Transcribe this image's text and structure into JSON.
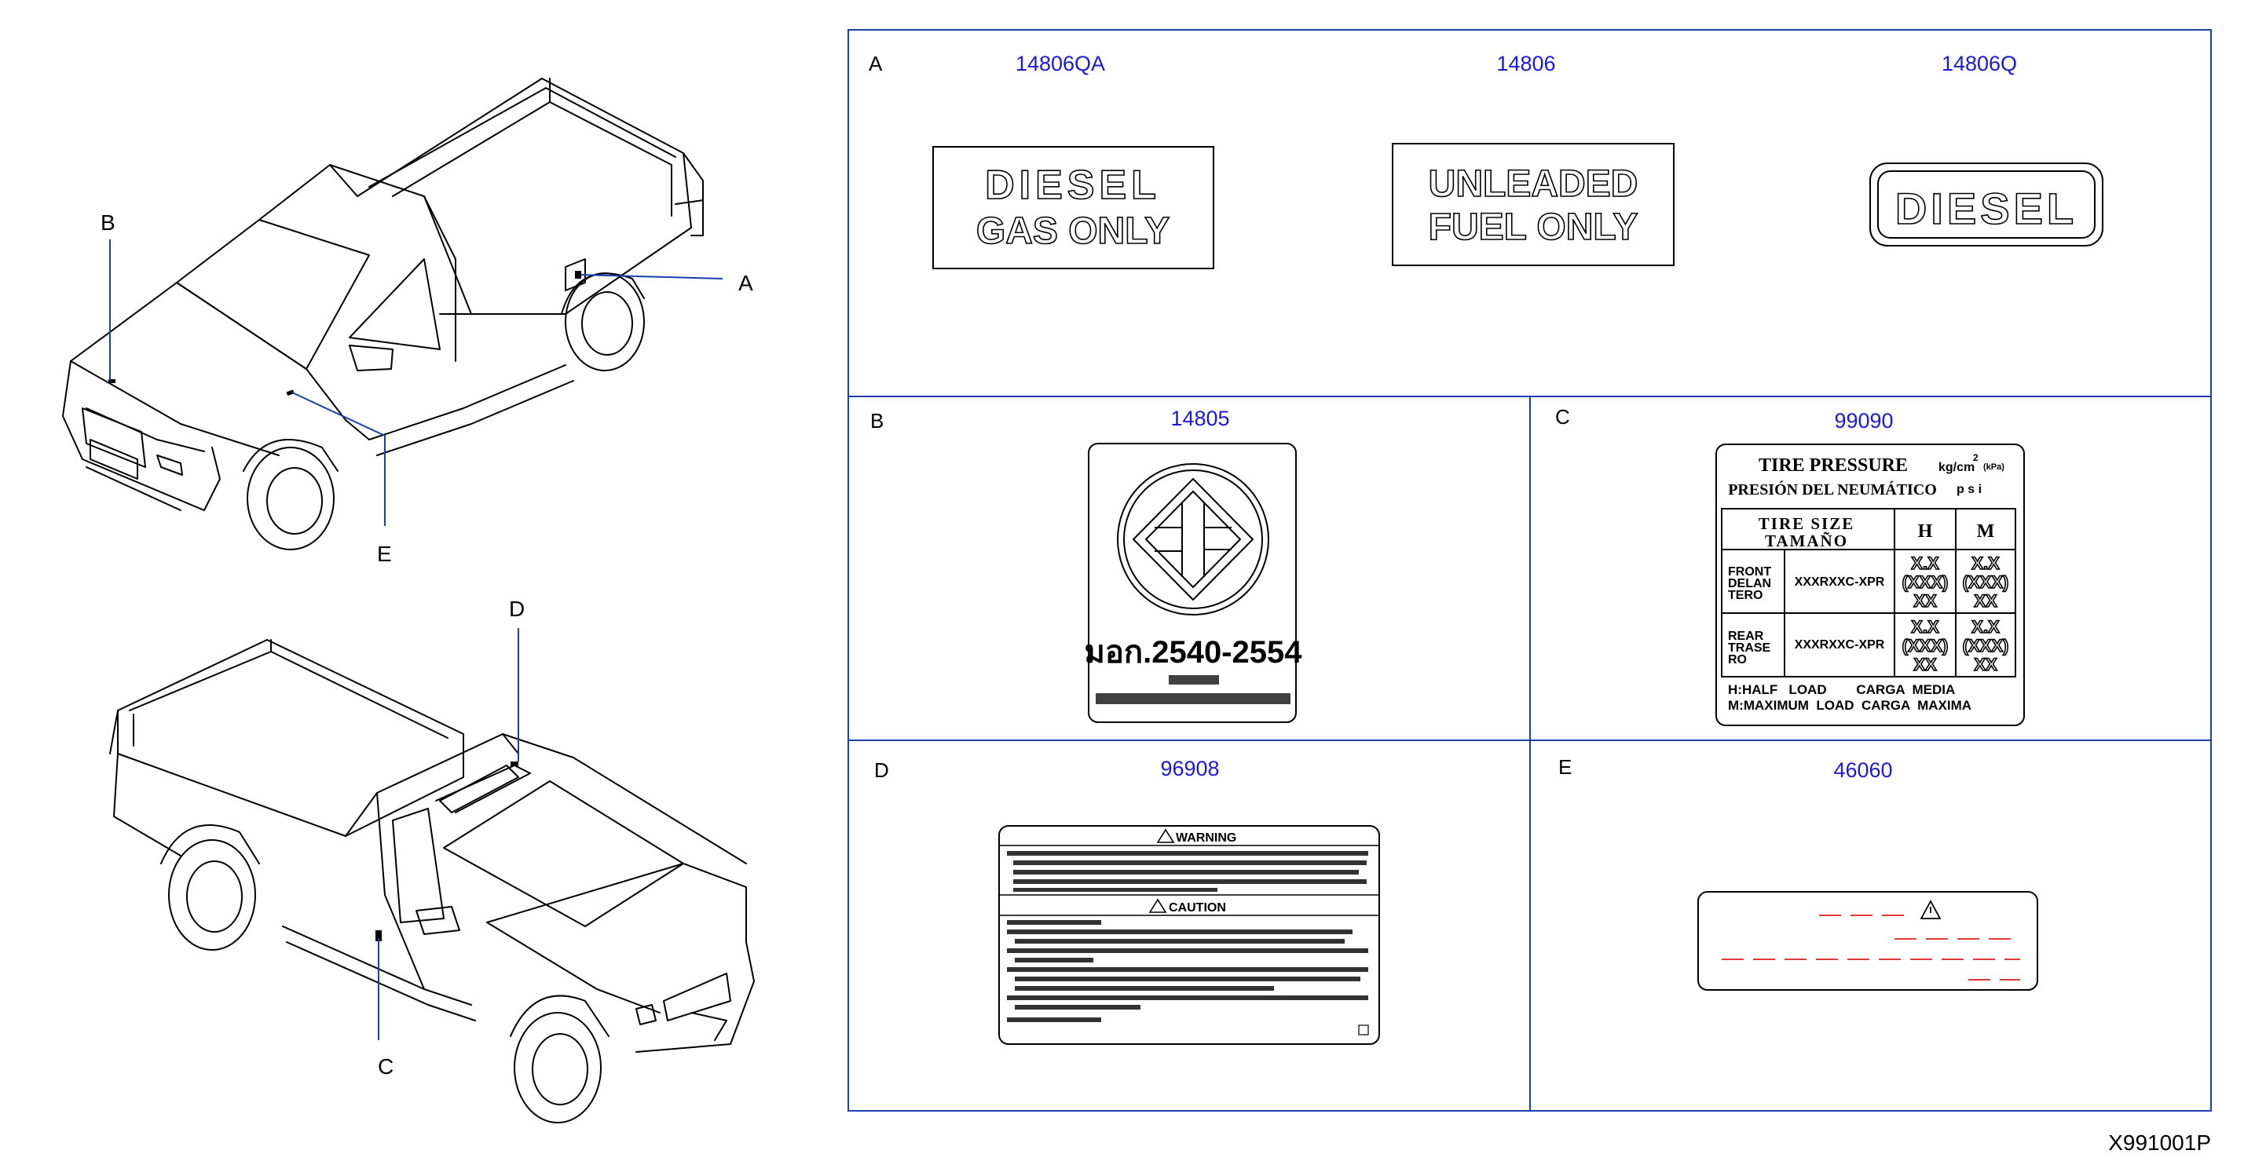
{
  "diagram": {
    "code": "X991001P",
    "callouts": {
      "a": "A",
      "b": "B",
      "c": "C",
      "d": "D",
      "e": "E"
    },
    "panels": {
      "a": {
        "letter": "A",
        "parts": [
          "14806QA",
          "14806",
          "14806Q"
        ],
        "label1": {
          "line1": "DIESEL",
          "line2": "GAS  ONLY"
        },
        "label2": {
          "line1": "UNLEADED",
          "line2": "FUEL ONLY"
        },
        "label3": {
          "line1": "DIESEL"
        }
      },
      "b": {
        "letter": "B",
        "part": "14805",
        "standard": "มอก.2540-2554"
      },
      "c": {
        "letter": "C",
        "part": "99090",
        "title": "TIRE PRESSURE",
        "title_es": "PRESIÓN DEL NEUMÁTICO",
        "unit": "kg/cm",
        "unit_sup": "2",
        "unit_kpa": "(kPa)",
        "unit_psi": "p s i",
        "col_size": "TIRE  SIZE",
        "col_size_es": "TAMAÑO",
        "col_h": "H",
        "col_m": "M",
        "row_front": [
          "FRONT",
          "DELAN",
          "TERO"
        ],
        "row_rear": [
          "REAR",
          "TRASE",
          "RO"
        ],
        "size_value": "XXXRXXC-XPR",
        "val_top": "X.X",
        "val_mid": "(XXX)",
        "val_bot": "XX",
        "note_h": "H:HALF   LOAD        CARGA  MEDIA",
        "note_m": "M:MAXIMUM  LOAD  CARGA  MAXIMA"
      },
      "d": {
        "letter": "D",
        "part": "96908",
        "warning": "WARNING",
        "caution": "CAUTION"
      },
      "e": {
        "letter": "E",
        "part": "46060"
      }
    }
  }
}
